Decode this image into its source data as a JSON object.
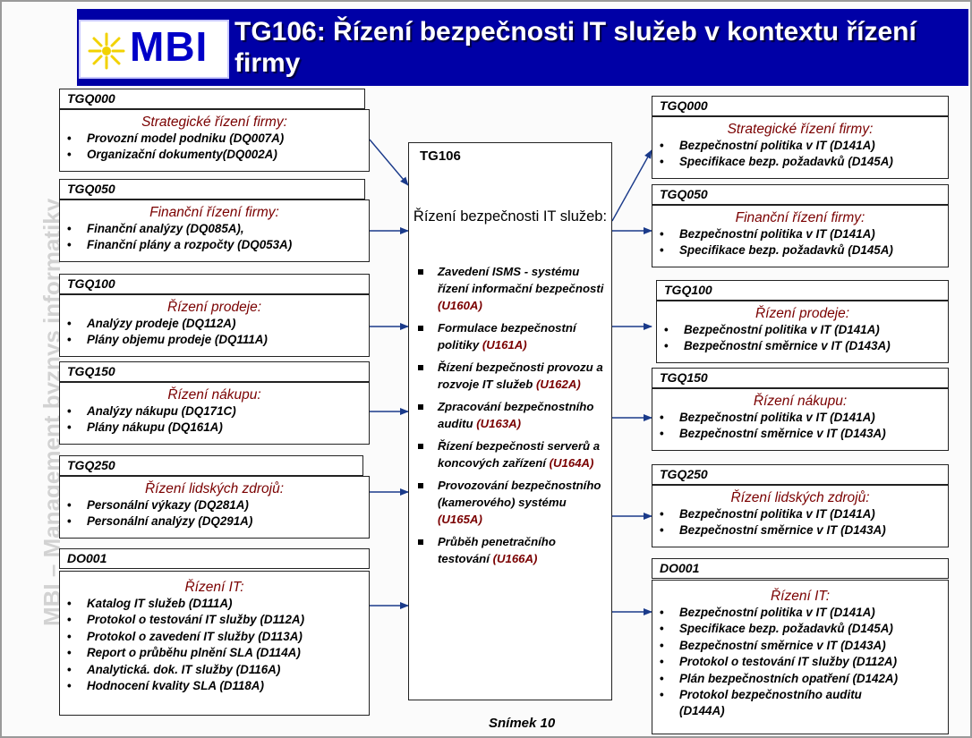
{
  "header": {
    "logo_text": "MBI",
    "title": "TG106: Řízení bezpečnosti IT služeb v kontextu řízení firmy"
  },
  "side_text": "MBI – Management byznys informatiky",
  "center": {
    "code": "TG106",
    "title": "Řízení bezpečnosti IT služeb:",
    "items": [
      {
        "text": "Zavedení ISMS - systému řízení informační bezpečnosti",
        "code": "(U160A)"
      },
      {
        "text": "Formulace bezpečnostní politiky",
        "code": "(U161A)"
      },
      {
        "text": "Řízení bezpečnosti provozu a rozvoje IT služeb",
        "code": "(U162A)"
      },
      {
        "text": "Zpracování bezpečnostního auditu",
        "code": "(U163A)"
      },
      {
        "text": "Řízení bezpečnosti serverů a koncových zařízení",
        "code": "(U164A)"
      },
      {
        "text": "Provozování bezpečnostního (kamerového) systému",
        "code": "(U165A)"
      },
      {
        "text": "Průběh penetračního testování",
        "code": "(U166A)"
      }
    ]
  },
  "left": [
    {
      "tag": "TGQ000",
      "title": "Strategické řízení firmy:",
      "items": [
        "Provozní model podniku (DQ007A)",
        "Organizační dokumenty(DQ002A)"
      ]
    },
    {
      "tag": "TGQ050",
      "title": "Finanční řízení firmy:",
      "items": [
        "Finanční analýzy (DQ085A),",
        "Finanční plány a rozpočty (DQ053A)"
      ]
    },
    {
      "tag": "TGQ100",
      "title": "Řízení prodeje:",
      "items": [
        "Analýzy prodeje (DQ112A)",
        "Plány objemu prodeje (DQ111A)"
      ]
    },
    {
      "tag": "TGQ150",
      "title": "Řízení nákupu:",
      "items": [
        "Analýzy nákupu (DQ171C)",
        "Plány nákupu (DQ161A)"
      ]
    },
    {
      "tag": "TGQ250",
      "title": "Řízení lidských zdrojů:",
      "items": [
        "Personální výkazy (DQ281A)",
        "Personální analýzy (DQ291A)"
      ]
    },
    {
      "tag": "DO001",
      "title": "Řízení IT:",
      "items": [
        "Katalog IT služeb (D111A)",
        "Protokol o testování IT služby (D112A)",
        "Protokol o zavedení IT služby (D113A)",
        "Report o průběhu plnění SLA (D114A)",
        "Analytická. dok. IT služby (D116A)",
        "Hodnocení kvality SLA (D118A)"
      ]
    }
  ],
  "right": [
    {
      "tag": "TGQ000",
      "title": "Strategické řízení firmy:",
      "items": [
        "Bezpečnostní politika v IT (D141A)",
        "Specifikace bezp. požadavků (D145A)"
      ]
    },
    {
      "tag": "TGQ050",
      "title": "Finanční řízení firmy:",
      "items": [
        "Bezpečnostní politika v IT (D141A)",
        "Specifikace bezp. požadavků (D145A)"
      ]
    },
    {
      "tag": "TGQ100",
      "title": "Řízení prodeje:",
      "items": [
        "Bezpečnostní politika v IT (D141A)",
        "Bezpečnostní směrnice v IT (D143A)"
      ]
    },
    {
      "tag": "TGQ150",
      "title": "Řízení nákupu:",
      "items": [
        "Bezpečnostní politika v IT (D141A)",
        "Bezpečnostní směrnice v IT (D143A)"
      ]
    },
    {
      "tag": "TGQ250",
      "title": "Řízení lidských zdrojů:",
      "items": [
        "Bezpečnostní politika v IT (D141A)",
        "Bezpečnostní směrnice v IT (D143A)"
      ]
    },
    {
      "tag": "DO001",
      "title": "Řízení IT:",
      "items": [
        "Bezpečnostní politika v IT (D141A)",
        "Specifikace bezp. požadavků (D145A)",
        "Bezpečnostní směrnice v IT (D143A)",
        "Protokol o testování IT služby (D112A)",
        "Plán bezpečnostních opatření (D142A)",
        "Protokol bezpečnostního auditu",
        "(D144A)"
      ]
    }
  ],
  "footer": "Snímek 10"
}
